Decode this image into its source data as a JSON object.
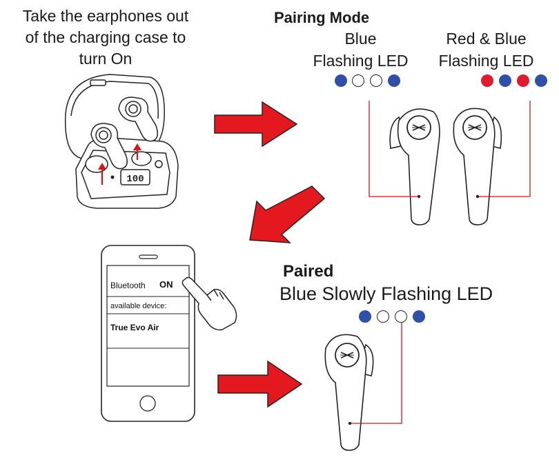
{
  "step1": {
    "line1": "Take the earphones out",
    "line2": "of the charging case to",
    "line3": "turn On"
  },
  "pairing": {
    "title": "Pairing Mode",
    "left_label": {
      "line1": "Blue",
      "line2": "Flashing LED"
    },
    "right_label": {
      "line1": "Red & Blue",
      "line2": "Flashing LED"
    }
  },
  "phone": {
    "bluetooth_label": "Bluetooth",
    "bluetooth_state": "ON",
    "available_label": "available device:",
    "device_name": "True Evo Air"
  },
  "paired": {
    "title": "Paired",
    "subtitle": "Blue Slowly Flashing LED"
  },
  "colors": {
    "blue": "#2f4fa8",
    "red": "#e01b2e",
    "arrow_red": "#e3191f",
    "line_red": "#d9121c"
  },
  "case_display": "100"
}
